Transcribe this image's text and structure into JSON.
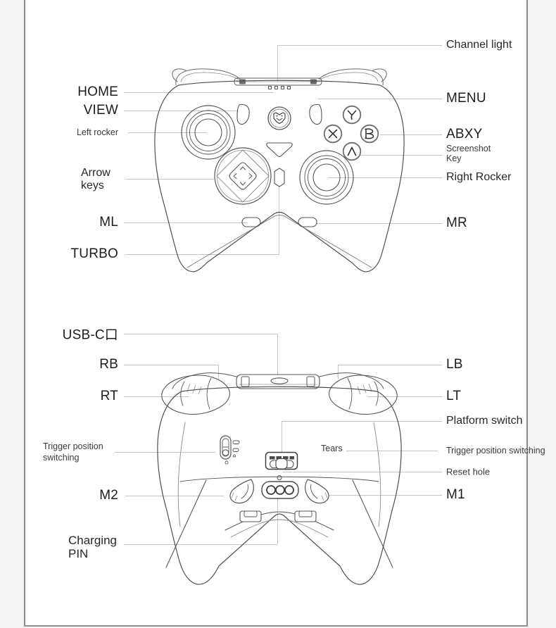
{
  "frame": {
    "outer_bg": "#f5f5f5",
    "panel_bg": "#ffffff",
    "border_color": "#8d8d8d",
    "leader_color": "#c6c6c6",
    "line_art_color": "#555555"
  },
  "front_view": {
    "description": "game controller front view line drawing",
    "labels": {
      "channel_light": "Channel light",
      "home": "HOME",
      "view": "VIEW",
      "menu": "MENU",
      "left_rocker": "Left rocker",
      "abxy": "ABXY",
      "screenshot_line1": "Screenshot",
      "screenshot_line2": "Key",
      "arrow_keys_line1": "Arrow",
      "arrow_keys_line2": "keys",
      "right_rocker": "Right Rocker",
      "ml": "ML",
      "mr": "MR",
      "turbo": "TURBO"
    }
  },
  "back_view": {
    "description": "game controller back view line drawing",
    "labels": {
      "usb_c": "USB-C口",
      "rb": "RB",
      "lb": "LB",
      "rt": "RT",
      "lt": "LT",
      "platform_switch": "Platform switch",
      "trigger_position_left_line1": "Trigger position",
      "trigger_position_left_line2": "switching",
      "tears": "Tears",
      "trigger_position_right": "Trigger position switching",
      "reset_hole": "Reset hole",
      "m2": "M2",
      "m1": "M1",
      "charging_line1": "Charging",
      "charging_line2": "PIN"
    }
  }
}
